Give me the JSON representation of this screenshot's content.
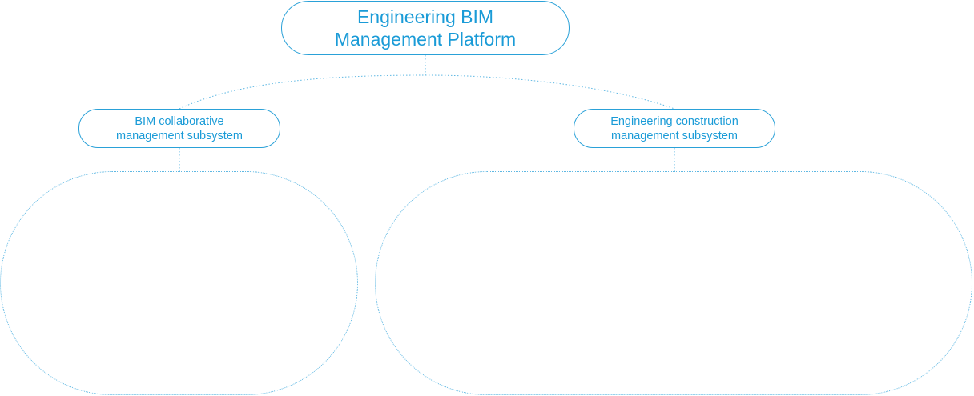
{
  "diagram": {
    "root": {
      "line1": "Engineering BIM",
      "line2": "Management Platform"
    },
    "children": [
      {
        "line1": "BIM collaborative",
        "line2": "management subsystem"
      },
      {
        "line1": "Engineering construction",
        "line2": "management subsystem"
      }
    ]
  },
  "colors": {
    "accent": "#1a9bd7",
    "border": "#2aa1d8",
    "dotted": "#5fb8e3"
  }
}
